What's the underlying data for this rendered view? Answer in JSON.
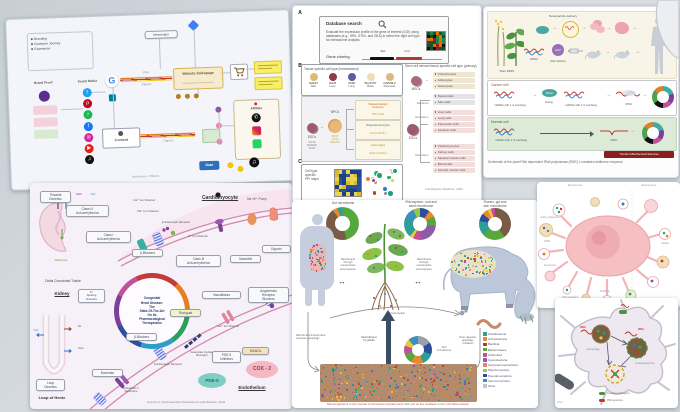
{
  "chart_data": [
    {
      "type": "donut",
      "title": "Gut microbiome",
      "segments": [
        {
          "name": "Bacteroidetes",
          "color": "#56a83c",
          "value": 46
        },
        {
          "name": "Bacillota",
          "color": "#7a5b47",
          "value": 44
        },
        {
          "name": "Actinobacteria",
          "color": "#e58a33",
          "value": 5
        },
        {
          "name": "Acidobacteria",
          "color": "#2e9e97",
          "value": 5
        }
      ]
    },
    {
      "type": "donut",
      "title": "Rhizosphere, root and seed microbiome",
      "segments": [
        {
          "name": "Pseudomonadota",
          "color": "#2b4f9e",
          "value": 10
        },
        {
          "name": "Actinobacteria",
          "color": "#e58a33",
          "value": 7
        },
        {
          "name": "Bacteroidetes",
          "color": "#56a83c",
          "value": 10
        },
        {
          "name": "Cyanobacteria",
          "color": "#8e5ba6",
          "value": 22
        },
        {
          "name": "Chloroflexi",
          "color": "#c2519c",
          "value": 8
        },
        {
          "name": "Other",
          "color": "#e8c93e",
          "value": 4
        },
        {
          "name": "Acidobacteria",
          "color": "#2e9e97",
          "value": 20
        },
        {
          "name": "Verrucomicrobia",
          "color": "#3a8fbf",
          "value": 12
        },
        {
          "name": "Planctomycetes",
          "color": "#9dc544",
          "value": 7
        }
      ]
    },
    {
      "type": "donut",
      "title": "Rumen, gut and skin microbiome",
      "segments": [
        {
          "name": "Bacillota",
          "color": "#7a5b47",
          "value": 40
        },
        {
          "name": "Bacteroidetes",
          "color": "#56a83c",
          "value": 24
        },
        {
          "name": "Acidobacteria",
          "color": "#2e9e97",
          "value": 14
        },
        {
          "name": "Pseudomonadota",
          "color": "#2b4f9e",
          "value": 8
        },
        {
          "name": "Actinobacteria",
          "color": "#e58a33",
          "value": 6
        },
        {
          "name": "Other",
          "color": "#e8c93e",
          "value": 4
        },
        {
          "name": "Chloroflexi",
          "color": "#c2519c",
          "value": 4
        }
      ]
    },
    {
      "type": "donut",
      "title": "Soil microbiome",
      "segments": [
        {
          "name": "Other",
          "color": "#9aa0a8",
          "value": 16
        },
        {
          "name": "Pseudomonadota",
          "color": "#2b4f9e",
          "value": 14
        },
        {
          "name": "Acidobacteria",
          "color": "#2e9e97",
          "value": 14
        },
        {
          "name": "Actinobacteria",
          "color": "#e58a33",
          "value": 14
        },
        {
          "name": "Bacteroidetes",
          "color": "#56a83c",
          "value": 12
        },
        {
          "name": "Chloroflexi",
          "color": "#c2519c",
          "value": 10
        },
        {
          "name": "Other2",
          "color": "#e8c93e",
          "value": 8
        },
        {
          "name": "Verrucomicrobia",
          "color": "#3a8fbf",
          "value": 12
        }
      ]
    }
  ],
  "palettes": {
    "dots": [
      "#c0392b",
      "#27ae60",
      "#2980b9",
      "#e67e22",
      "#8e44ad",
      "#16a085",
      "#e8c93e",
      "#e57f7f"
    ],
    "ab": [
      "#9b1c1c",
      "#14532d",
      "#111111",
      "#d97706",
      "#1e8449"
    ],
    "ppi": [
      "#1a3e8c",
      "#e8d44d",
      "#1a3e8c",
      "#e8d44d",
      "#2c4f9e",
      "#d4bc2e"
    ],
    "net": [
      "#c0392b",
      "#27ae60",
      "#2980b9",
      "#e67e22",
      "#8e44ad",
      "#16a085",
      "#e8c93e",
      "#7f8c8d"
    ]
  },
  "funnel": {
    "bullets": [
      "Branding",
      "Customer Journey",
      "Experience"
    ],
    "brand_proof": "Brand Proof",
    "social_media": "Social Media",
    "messenger": "Messenger",
    "content": "Content",
    "website": "Website Salespage",
    "organic": "Organic",
    "paid": "Paid",
    "affiliate": "Affiliate",
    "data": "Data",
    "marketplace": "Marketplace / Affiliates",
    "g": "G",
    "social": [
      {
        "glyph": "t",
        "color": "#1da1f2"
      },
      {
        "glyph": "p",
        "color": "#bd081c"
      },
      {
        "glyph": "♪",
        "color": "#1db954"
      },
      {
        "glyph": "f",
        "color": "#1877f2"
      },
      {
        "glyph": "◎",
        "color": "#d6249f"
      },
      {
        "glyph": "▶",
        "color": "#e62117"
      },
      {
        "glyph": "♫",
        "color": "#111111"
      }
    ]
  },
  "pharma": {
    "title": "Congenital\nHeart Disease:\nThe\nState-Of-The-Art\nOn Its\nPharmacological\nTherapeutics",
    "cardiomyocyte": "Cardiomyocyte",
    "kidney": "Kidney",
    "endothelium": "Endothelium",
    "dct": "Distal Convoluted Tubule",
    "loop": "Loop of Henle",
    "ca_channel": "Ca²⁺ Ion Channel",
    "na_channel": "Na⁺ Ion Channel",
    "beta_adr": "β-Adrenergic Receptor",
    "k_channel": "K⁺ Ion Channel",
    "nak_pump": "Na⁺/K⁺ Pump",
    "class4": "Class IV\nAnti-arrhythmics",
    "class1": "Class I\nAnti-arrhythmics",
    "class3": "Class III\nAnti-arrhythmics",
    "beta_blockers": "β-Blockers",
    "sacubitril": "Sacubitril",
    "digoxin": "Digoxin",
    "thiazide": "Thiazide\nDiuretics",
    "k_sparing": "K⁺\nSparing\nDiuretics",
    "aldosterone": "aldosterone",
    "loop_diuretics": "Loop\nDiuretics",
    "vasodilators": "Vasodilators",
    "arb": "Angiotensin\nReceptor\nBlockers",
    "riociguat": "Riociguat",
    "guanylate": "Guanylate Cyclase\nReceptor",
    "nsaids": "NSAIDs",
    "pde5i": "PDE-5\nInhibitors",
    "pde5": "PDE-5",
    "cox2": "COX - 2",
    "bosentan": "Bosentan",
    "et1": "Endothelin-1\nReceptors",
    "nacl": "NaCl",
    "h2o": "H₂O",
    "na": "Na⁺",
    "caption": "Journal of Cardiovascular Development and Disease, 2022"
  },
  "workflow": {
    "a_label": "A",
    "b_label": "B",
    "c_label": "C",
    "database_search": "Database search",
    "a_text": "Evaluate the expression profile of the gene of interest (GOI) using databases (e.g., HPA, GTEx, and GEA) to select the right cell type for interactome analysis",
    "gene_cloning": "Gene cloning",
    "bait": "Bait",
    "goi": "GOI",
    "b_left_title": "Tissue-specific cell type (immortalized)",
    "cell_lines": [
      {
        "name": "HaCaT",
        "tissue": "Skin",
        "color": "#e3b96f"
      },
      {
        "name": "HuH7",
        "tissue": "Liver",
        "color": "#8e3b4a"
      },
      {
        "name": "A549",
        "tissue": "Lung",
        "color": "#5b5ea6"
      },
      {
        "name": "SH-SY5Y",
        "tissue": "Brain",
        "color": "#efdcbc"
      },
      {
        "name": "CAPAN-2",
        "tissue": "Pancreas",
        "color": "#ddb77e"
      }
    ],
    "escs": "ESCs",
    "npcs": "NPCs",
    "esc_markers": "OCT4\nNANOG\nKLF4",
    "npc_markers": "PAX6\nOTX2\nNESTIN",
    "neurons": "Dopaminergic\nneurons",
    "da_markers": "SHH FGF8",
    "oligodendrocytes": "Oligodendrocytes",
    "oligo_markers": "OLIG2 NKX6.2",
    "astrocytes": "Astrocytes",
    "astro_markers": "GFAP ALDH1L1",
    "b_right_title": "Stem cell derived tissue-specific cell type (primary)",
    "mscs": "MSCs",
    "mscs_list": [
      "Chondrocytes",
      "Adipocytes",
      "Osteocytes"
    ],
    "escs2": "ESCs",
    "ectoderm": "Ectoderm",
    "ectoderm_list": [
      "Neural cells",
      "Skin cells"
    ],
    "endoderm": "Endoderm",
    "endoderm_list": [
      "Liver cells",
      "Lung cells",
      "Pancreatic cells",
      "Intestine cells"
    ],
    "mesoderm": "Mesoderm",
    "mesoderm_list": [
      "Cardiomyocytes",
      "Kidney cells",
      "Skeletal muscle cells",
      "Blood cells",
      "Smooth muscle cells"
    ],
    "c_title": "Cell type\nspecific\nPPI maps",
    "citation": "Cell Reports Medicine, 2022"
  },
  "microbiome": {
    "donut1_label": "Gut microbiome",
    "donut2_label": "Rhizosphere, root and\nseed microbiome",
    "donut3_label": "Rumen, gut and\nskin microbiome",
    "soil_donut_label": "Soil\nmicrobiome",
    "arrow_left": "Recruitment\nthrough\nconsumption\nand exposure",
    "arrow_right": "Recruitment\nthrough\nconsumption\nand exposure",
    "left_path": "Recruitment through dust,\nexposure, geophagy",
    "plant_arrow": "Recruitment\nby plants",
    "consumption": "Consumption",
    "right_path": "Dust, deposits,\ngeophagy,\npredation",
    "legend": [
      {
        "label": "Acidobacteria",
        "color": "#2e9e97"
      },
      {
        "label": "Actinobacteria",
        "color": "#e58a33"
      },
      {
        "label": "Bacillota",
        "color": "#a9402e"
      },
      {
        "label": "Bacteroidetes",
        "color": "#56a83c"
      },
      {
        "label": "Chloroflexi",
        "color": "#c2519c"
      },
      {
        "label": "Cyanobacteria",
        "color": "#8e5ba6"
      },
      {
        "label": "Gammaproteobacteria",
        "color": "#e57f7f"
      },
      {
        "label": "Planctomycetes",
        "color": "#9dc544"
      },
      {
        "label": "Pseudomonadota",
        "color": "#2b4f9e"
      },
      {
        "label": "Verrucomicrobia",
        "color": "#3a8fbf"
      },
      {
        "label": "Other",
        "color": "#b9c8d4"
      }
    ],
    "caption": "Microorganisms in the conduit of terrestrial compartments with soil as the mediator in the microbial network"
  },
  "rna": {
    "nanoparticle": "Nanoparticle delivery",
    "aav_delivery": "AAV delivery",
    "aav": "AAV",
    "plant_label": "Plant RDR1",
    "sirna": "siRNA",
    "cancer_cell": "Cancer cell",
    "normal_cell": "Normal cell",
    "mi1": "miRNAs with 1 nt overhang",
    "fusing": "Fusing",
    "mi2": "miRNAs with 2 nt overhang",
    "risc": "RISC",
    "dicer": "Dicer",
    "badge": "Trends in Biochemical Sciences",
    "caption": "Schematic of the plant RNA dependent RNA polymerase (RDR)-1 mediated antitumor response.",
    "plasmid": {
      "segments": [
        {
          "color": "#3aada5",
          "value": 20
        },
        {
          "color": "#7d3f98",
          "value": 15
        },
        {
          "color": "#c2519c",
          "value": 15
        },
        {
          "color": "#111111",
          "value": 15
        },
        {
          "color": "#4ea24a",
          "value": 20
        },
        {
          "color": "#d98032",
          "value": 15
        }
      ]
    }
  },
  "cellfig": {
    "col1": "Exosomes",
    "col2": "Ectosomes",
    "labels": [
      "Early endosome",
      "MVB",
      "Exosomes",
      "Microvesicles",
      "Budding",
      "Secretion",
      "Uptake"
    ]
  },
  "neuronfig": {
    "rna": "RNA",
    "autophagosome": "Autophagosome",
    "xenophagy": "Xenophagy",
    "legend1": "Invading pathogens",
    "legend2": "RNA granules",
    "year": "2021"
  }
}
